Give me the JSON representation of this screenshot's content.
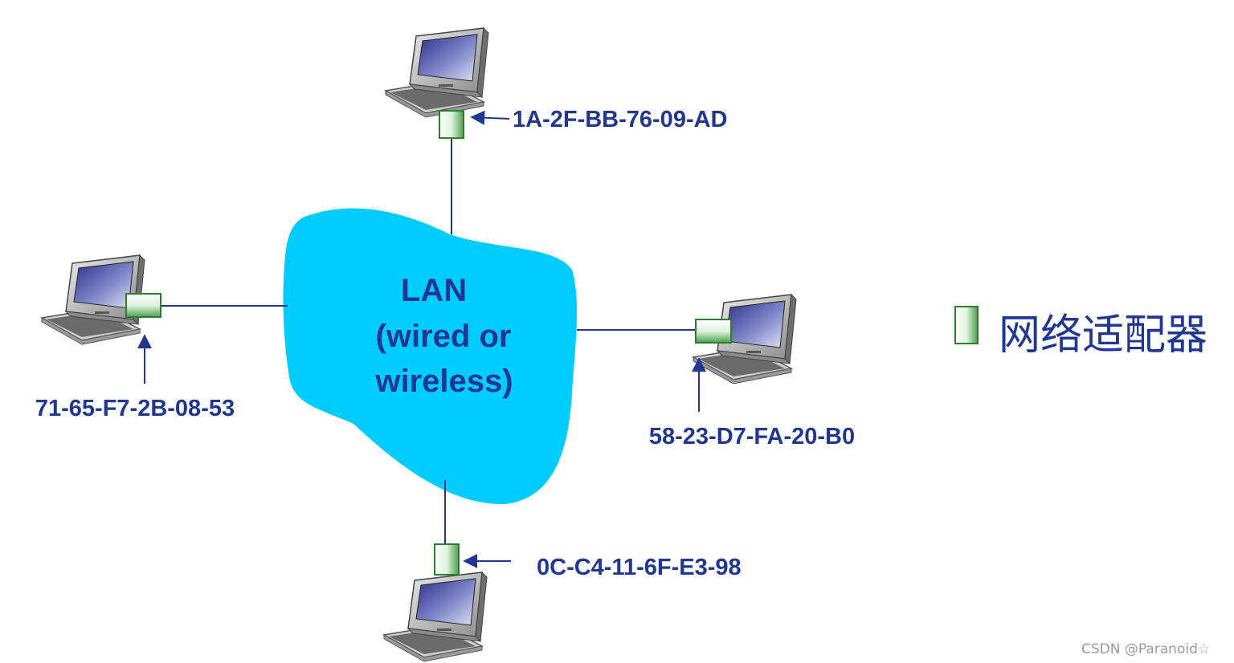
{
  "lan": {
    "line1": "LAN",
    "line2": "(wired or",
    "line3": "wireless)"
  },
  "hosts": {
    "top": {
      "mac": "1A-2F-BB-76-09-AD"
    },
    "left": {
      "mac": "71-65-F7-2B-08-53"
    },
    "right": {
      "mac": "58-23-D7-FA-20-B0"
    },
    "bottom": {
      "mac": "0C-C4-11-6F-E3-98"
    }
  },
  "legend": {
    "label": "网络适配器"
  },
  "watermark": "CSDN @Paranoid☆",
  "colors": {
    "lan_cloud": "#00ccff",
    "text": "#1f3792",
    "adapter_border": "#2e7d2e"
  }
}
